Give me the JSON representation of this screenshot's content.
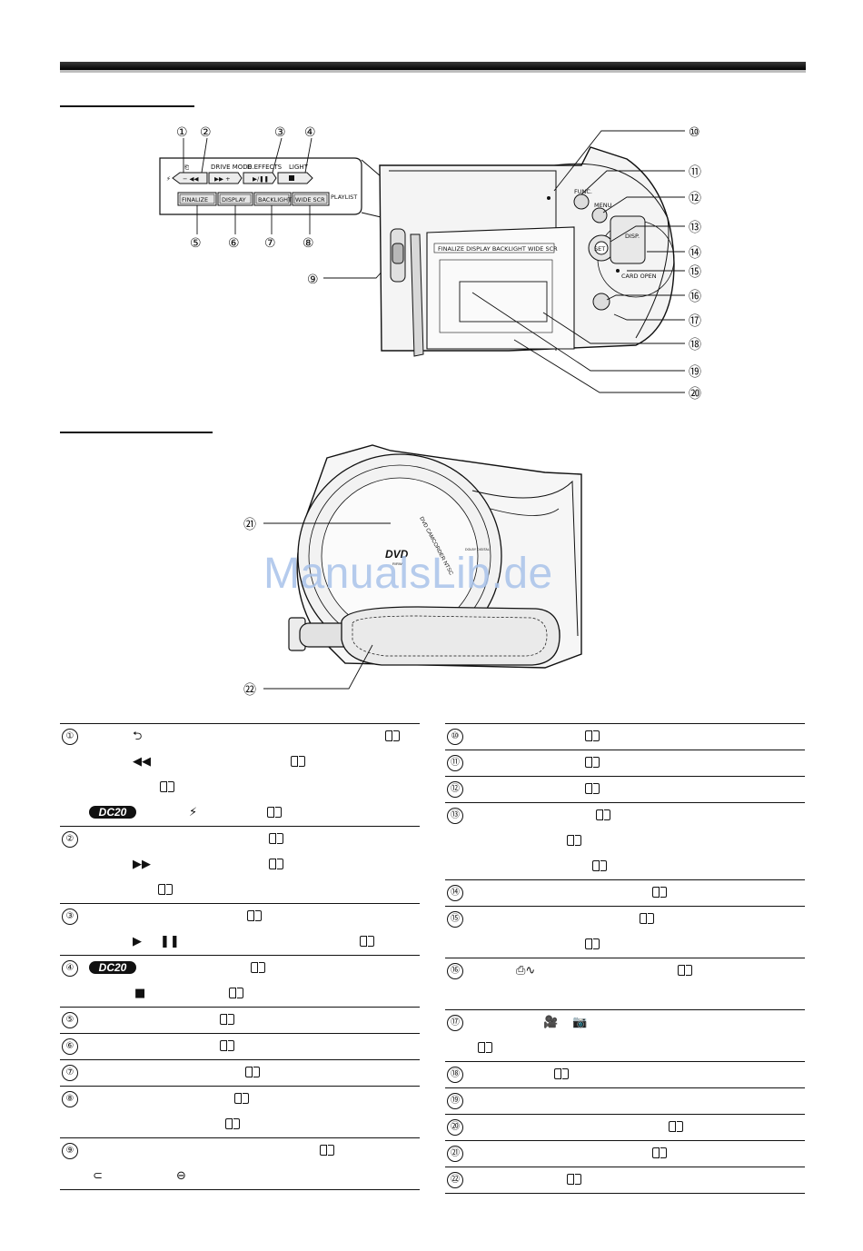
{
  "controls": {
    "top_labels": [
      "DRIVE MODE",
      "D.EFFECTS",
      "LIGHT"
    ],
    "buttons": [
      "FINALIZE",
      "DISPLAY",
      "BACKLIGHT",
      "WIDE SCR"
    ],
    "playlist": "PLAYLIST",
    "camera_labels": [
      "FUNC.",
      "MENU",
      "SET",
      "DISP.",
      "CARD OPEN"
    ]
  },
  "callouts": [
    "①",
    "②",
    "③",
    "④",
    "⑤",
    "⑥",
    "⑦",
    "⑧",
    "⑨",
    "⑩",
    "⑪",
    "⑫",
    "⑬",
    "⑭",
    "⑮",
    "⑯",
    "⑰",
    "⑱",
    "⑲",
    "⑳",
    "㉑",
    "㉒"
  ],
  "disc_text": {
    "logo": "DVD",
    "sub": "R/RW",
    "ring": "DVD CAMCORDER NTSC",
    "dolby": "DOLBY DIGITAL"
  },
  "watermark": "ManualsLib.de",
  "badge": "DC20",
  "icons": {
    "return": "return-icon",
    "rewind": "rewind-icon",
    "forward": "fast-forward-icon",
    "play": "play-icon",
    "pause": "pause-icon",
    "stop": "stop-icon",
    "flash": "flash-icon",
    "print": "print-share-icon",
    "movie": "movie-mode-icon",
    "camera": "camera-mode-icon"
  },
  "index_left": [
    {
      "n": "①"
    },
    {
      "n": ""
    },
    {
      "n": ""
    },
    {
      "n": ""
    },
    {
      "n": "②"
    },
    {
      "n": ""
    },
    {
      "n": ""
    },
    {
      "n": "③"
    },
    {
      "n": ""
    },
    {
      "n": "④"
    },
    {
      "n": ""
    },
    {
      "n": "⑤"
    },
    {
      "n": "⑥"
    },
    {
      "n": "⑦"
    },
    {
      "n": "⑧"
    },
    {
      "n": ""
    },
    {
      "n": "⑨"
    },
    {
      "n": ""
    }
  ],
  "index_right": [
    {
      "n": "⑩"
    },
    {
      "n": "⑪"
    },
    {
      "n": "⑫"
    },
    {
      "n": "⑬"
    },
    {
      "n": ""
    },
    {
      "n": ""
    },
    {
      "n": "⑭"
    },
    {
      "n": "⑮"
    },
    {
      "n": ""
    },
    {
      "n": "⑯"
    },
    {
      "n": ""
    },
    {
      "n": "⑰"
    },
    {
      "n": ""
    },
    {
      "n": "⑱"
    },
    {
      "n": "⑲"
    },
    {
      "n": "⑳"
    },
    {
      "n": "㉑"
    },
    {
      "n": "㉒"
    }
  ]
}
